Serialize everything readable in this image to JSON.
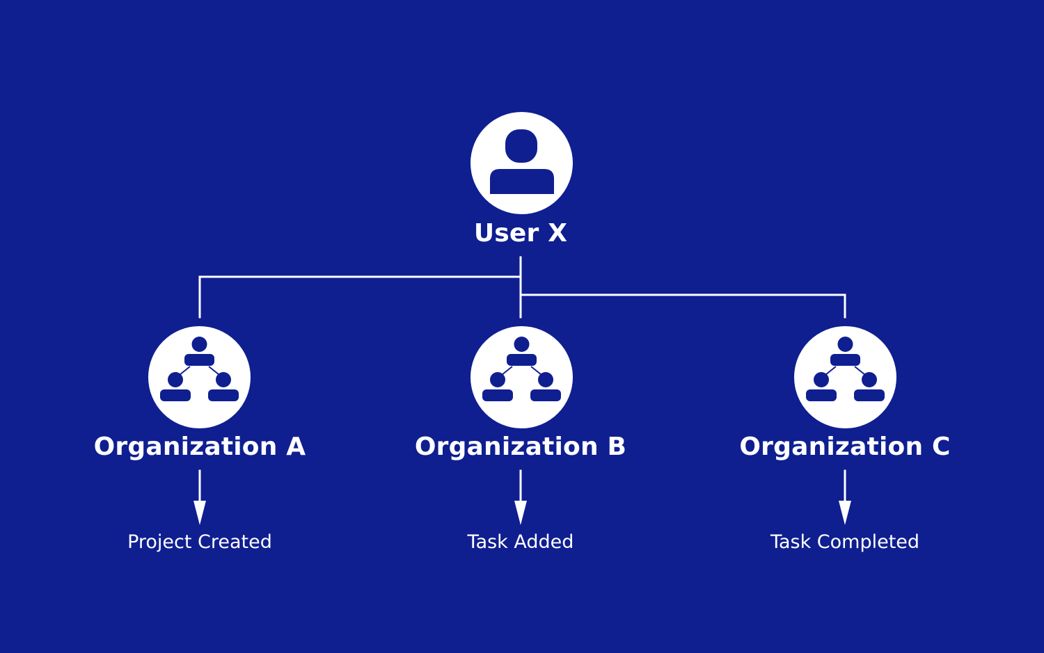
{
  "theme": {
    "background": "#0F1F90",
    "foreground": "#FFFFFF"
  },
  "root": {
    "label": "User X",
    "icon": "user-icon"
  },
  "organizations": [
    {
      "label": "Organization A",
      "icon": "org-chart-icon",
      "event": "Project Created"
    },
    {
      "label": "Organization B",
      "icon": "org-chart-icon",
      "event": "Task Added"
    },
    {
      "label": "Organization C",
      "icon": "org-chart-icon",
      "event": "Task Completed"
    }
  ]
}
